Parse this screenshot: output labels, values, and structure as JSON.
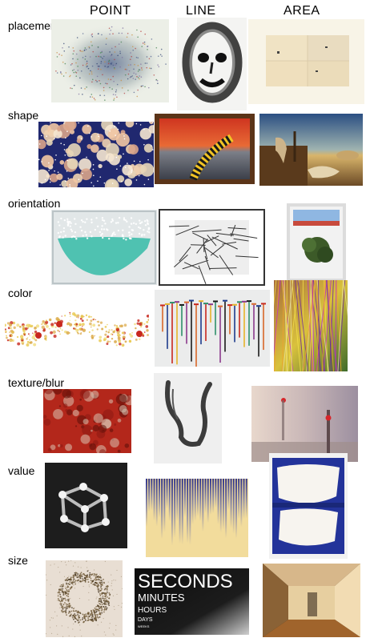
{
  "columns": [
    "POINT",
    "LINE",
    "AREA"
  ],
  "rows": [
    {
      "label": "placement"
    },
    {
      "label": "shape"
    },
    {
      "label": "orientation"
    },
    {
      "label": "color"
    },
    {
      "label": "texture/blur"
    },
    {
      "label": "value"
    },
    {
      "label": "size"
    }
  ],
  "size_line_artwork_text": [
    "SECONDS",
    "MINUTES",
    "HOURS",
    "DAYS",
    "WEEKS"
  ],
  "colors": {
    "background": "#ffffff",
    "text": "#000000",
    "red_accent": "#c8281e",
    "navy_accent": "#1e2a8c",
    "gold_accent": "#e6c36a"
  }
}
